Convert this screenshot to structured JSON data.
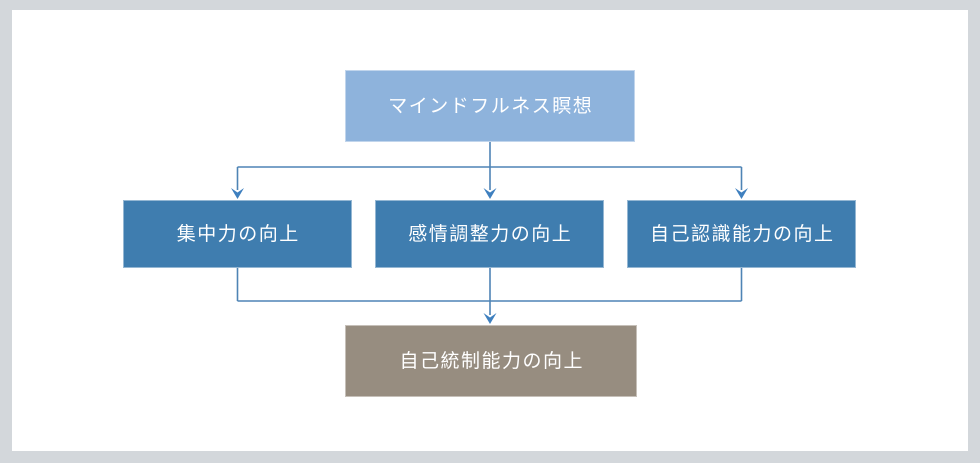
{
  "diagram": {
    "root": {
      "label": "マインドフルネス瞑想"
    },
    "branches": [
      {
        "label": "集中力の向上"
      },
      {
        "label": "感情調整力の向上"
      },
      {
        "label": "自己認識能力の向上"
      }
    ],
    "result": {
      "label": "自己統制能力の向上"
    },
    "colors": {
      "page_border": "#D3D7DB",
      "canvas_bg": "#FFFFFF",
      "root_box_bg": "#8EB3DC",
      "branch_box_bg": "#3F7DAF",
      "result_box_bg": "#978D80",
      "box_text": "#FFFFFF",
      "connector": "#4E84B5",
      "connector_arrow": "#3F80BF"
    }
  }
}
